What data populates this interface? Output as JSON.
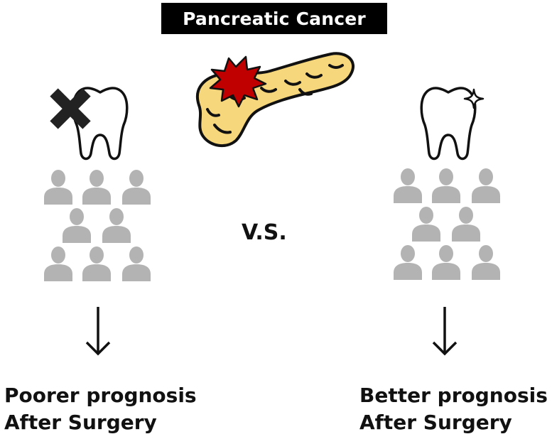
{
  "title": "Pancreatic Cancer",
  "comparison": "V.S.",
  "left_group": {
    "line1": "Poorer prognosis",
    "line2": "After Surgery",
    "tooth_marker": "x-mark-icon"
  },
  "right_group": {
    "line1": "Better prognosis",
    "line2": "After Surgery",
    "tooth_marker": "sparkle-icon"
  },
  "colors": {
    "title_bg": "#000000",
    "title_text": "#ffffff",
    "person": "#b3b3b3",
    "pancreas_fill": "#f7d77c",
    "tumor": "#c00000",
    "outline": "#111111"
  }
}
